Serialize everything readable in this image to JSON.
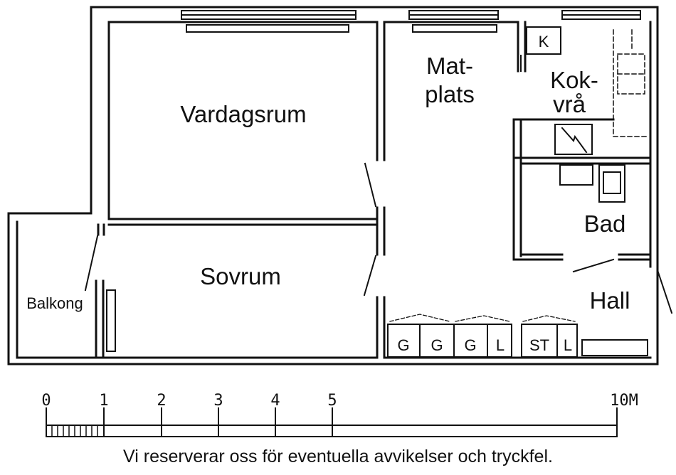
{
  "rooms": {
    "living": "Vardagsrum",
    "bedroom": "Sovrum",
    "balcony": "Balkong",
    "dining_line1": "Mat-",
    "dining_line2": "plats",
    "kitchen_line1": "Kok-",
    "kitchen_line2": "vrå",
    "bath": "Bad",
    "hall": "Hall"
  },
  "fixtures": {
    "fridge": "K"
  },
  "closets": [
    "G",
    "G",
    "G",
    "L",
    "ST",
    "L"
  ],
  "scale": {
    "ticks": [
      "0",
      "1",
      "2",
      "3",
      "4",
      "5"
    ],
    "end_label": "10M"
  },
  "disclaimer": "Vi reserverar oss för eventuella avvikelser och tryckfel."
}
